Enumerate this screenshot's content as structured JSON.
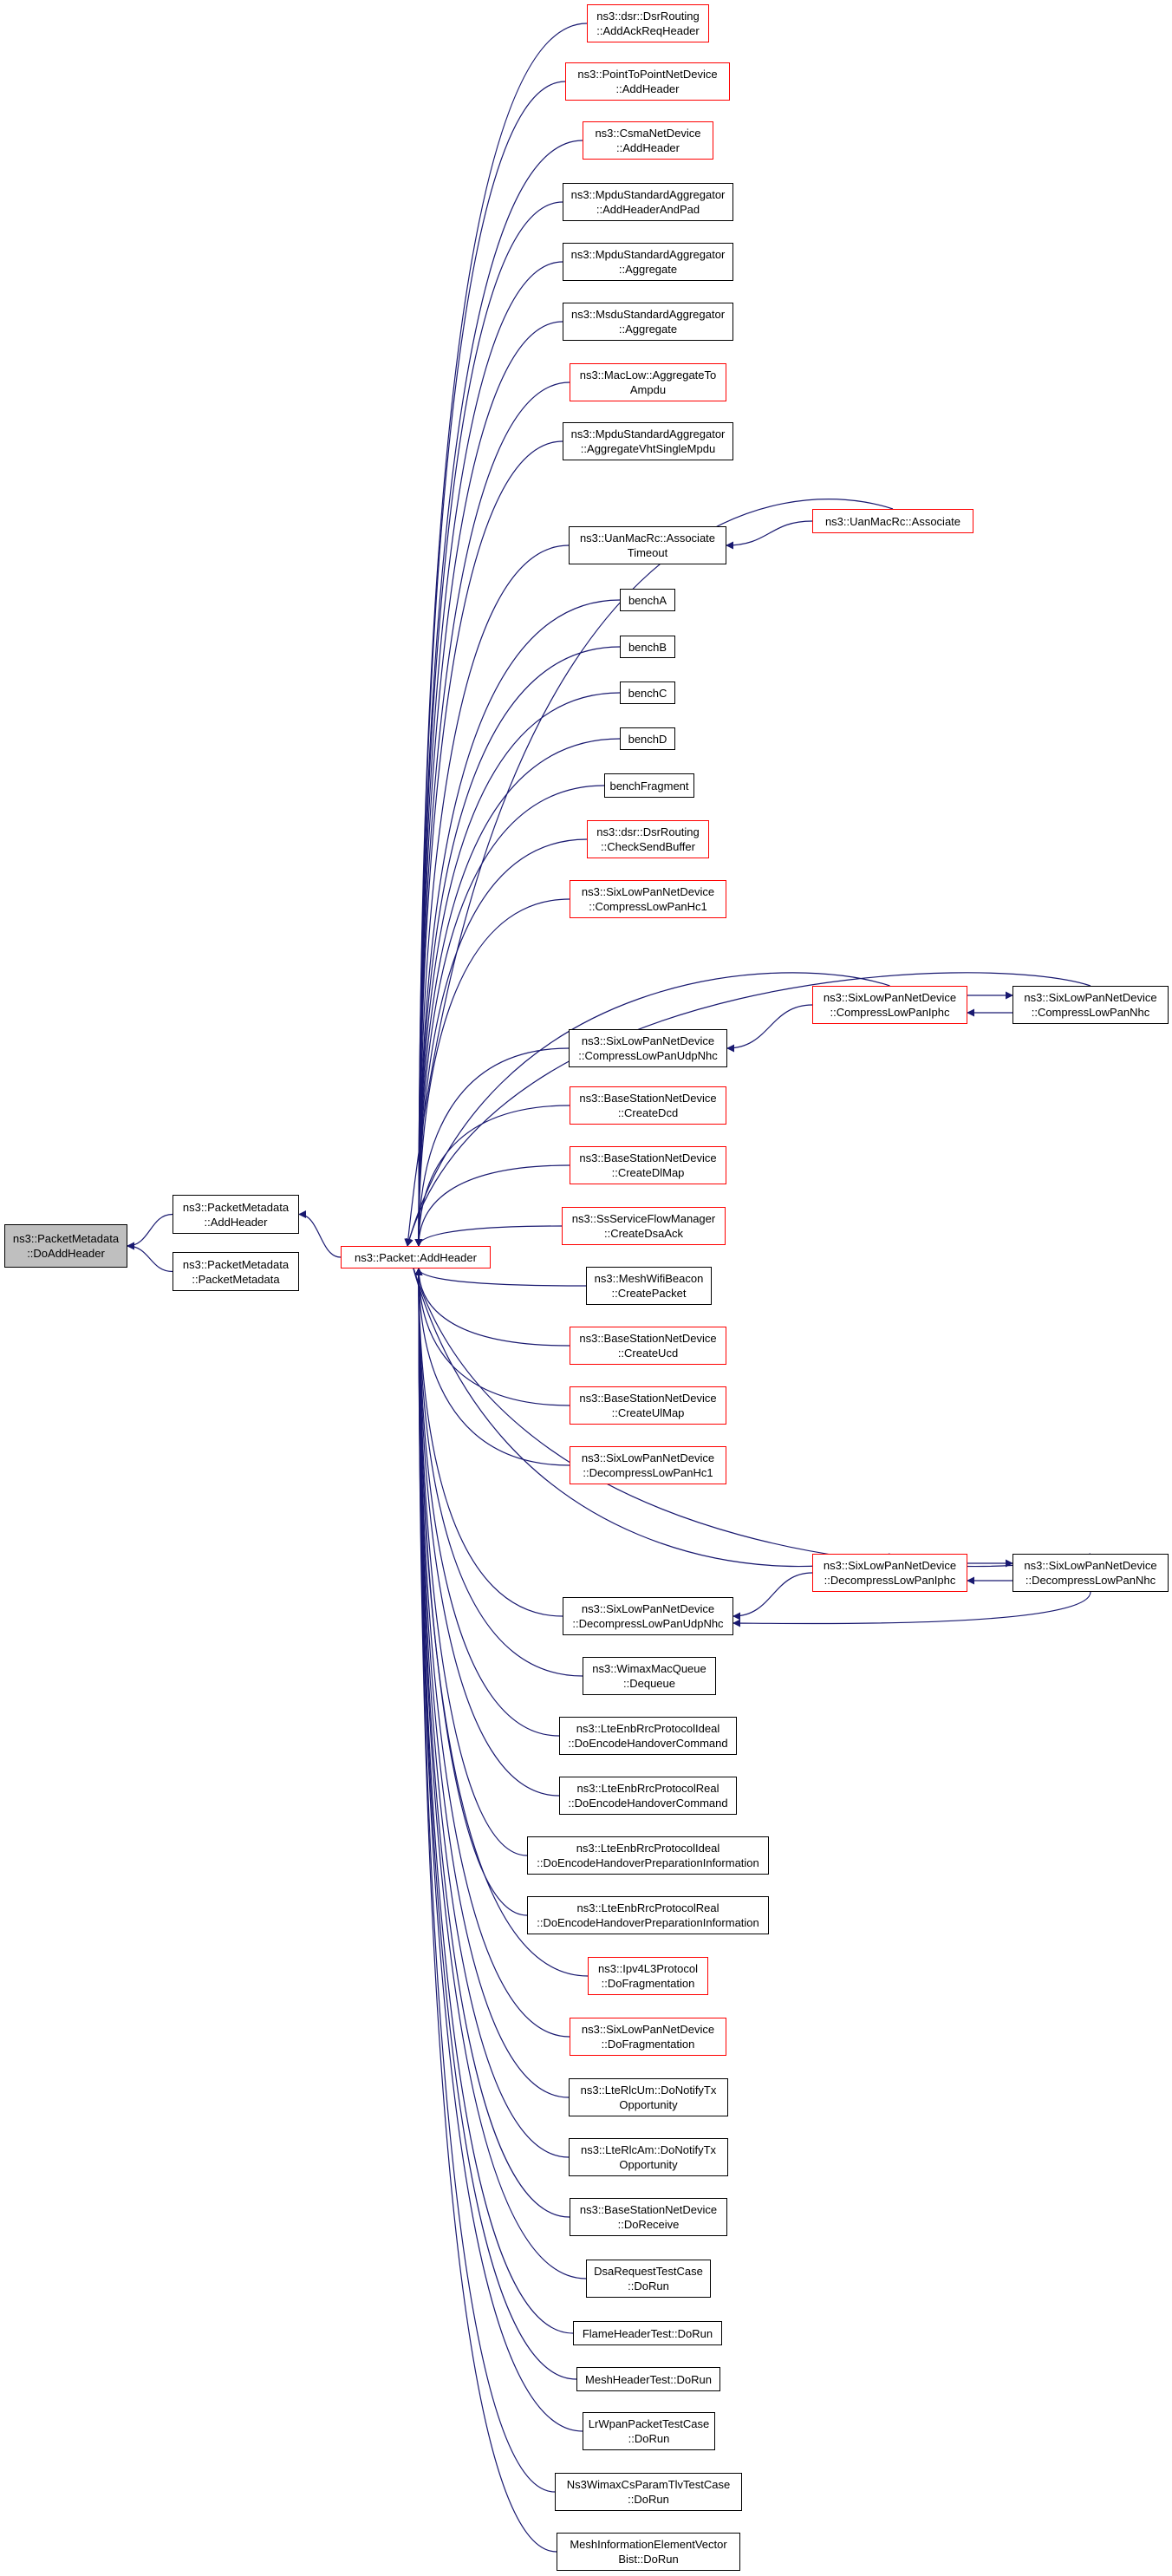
{
  "colors": {
    "edge": "#191970",
    "ref_border": "#ff0000",
    "plain_border": "#000000",
    "focus_fill": "#bfbfbf"
  },
  "nodes": [
    {
      "id": "doaddheader",
      "name": "node-packetmetadata-doaddheader",
      "lines": [
        "ns3::PacketMetadata",
        "::DoAddHeader"
      ],
      "style": "focus"
    },
    {
      "id": "pm_addheader",
      "name": "node-packetmetadata-addheader",
      "lines": [
        "ns3::PacketMetadata",
        "::AddHeader"
      ],
      "style": "plain"
    },
    {
      "id": "pm_ctor",
      "name": "node-packetmetadata-packetmetadata",
      "lines": [
        "ns3::PacketMetadata",
        "::PacketMetadata"
      ],
      "style": "plain"
    },
    {
      "id": "packet_addheader",
      "name": "node-packet-addheader",
      "lines": [
        "ns3::Packet::AddHeader"
      ],
      "style": "red"
    },
    {
      "id": "n01",
      "name": "node-dsrrouting-addackreqheader",
      "lines": [
        "ns3::dsr::DsrRouting",
        "::AddAckReqHeader"
      ],
      "style": "red"
    },
    {
      "id": "n02",
      "name": "node-pointtopointnetdevice-addheader",
      "lines": [
        "ns3::PointToPointNetDevice",
        "::AddHeader"
      ],
      "style": "red"
    },
    {
      "id": "n03",
      "name": "node-csmanetdevice-addheader",
      "lines": [
        "ns3::CsmaNetDevice",
        "::AddHeader"
      ],
      "style": "red"
    },
    {
      "id": "n04",
      "name": "node-mpdustandardaggregator-addheaderandpad",
      "lines": [
        "ns3::MpduStandardAggregator",
        "::AddHeaderAndPad"
      ],
      "style": "plain"
    },
    {
      "id": "n05",
      "name": "node-mpdustandardaggregator-aggregate",
      "lines": [
        "ns3::MpduStandardAggregator",
        "::Aggregate"
      ],
      "style": "plain"
    },
    {
      "id": "n06",
      "name": "node-msdustandardaggregator-aggregate",
      "lines": [
        "ns3::MsduStandardAggregator",
        "::Aggregate"
      ],
      "style": "plain"
    },
    {
      "id": "n07",
      "name": "node-maclow-aggregatetoampdu",
      "lines": [
        "ns3::MacLow::AggregateTo",
        "Ampdu"
      ],
      "style": "red"
    },
    {
      "id": "n08",
      "name": "node-mpdustandardaggregator-aggregatevhtsinglempdu",
      "lines": [
        "ns3::MpduStandardAggregator",
        "::AggregateVhtSingleMpdu"
      ],
      "style": "plain"
    },
    {
      "id": "n09",
      "name": "node-uanmacrc-associatetimeout",
      "lines": [
        "ns3::UanMacRc::Associate",
        "Timeout"
      ],
      "style": "plain"
    },
    {
      "id": "n09b",
      "name": "node-uanmacrc-associate",
      "lines": [
        "ns3::UanMacRc::Associate"
      ],
      "style": "red"
    },
    {
      "id": "n10",
      "name": "node-bencha",
      "lines": [
        "benchA"
      ],
      "style": "plain"
    },
    {
      "id": "n11",
      "name": "node-benchb",
      "lines": [
        "benchB"
      ],
      "style": "plain"
    },
    {
      "id": "n12",
      "name": "node-benchc",
      "lines": [
        "benchC"
      ],
      "style": "plain"
    },
    {
      "id": "n13",
      "name": "node-benchd",
      "lines": [
        "benchD"
      ],
      "style": "plain"
    },
    {
      "id": "n14",
      "name": "node-benchfragment",
      "lines": [
        "benchFragment"
      ],
      "style": "plain"
    },
    {
      "id": "n15",
      "name": "node-dsrrouting-checksendbuffer",
      "lines": [
        "ns3::dsr::DsrRouting",
        "::CheckSendBuffer"
      ],
      "style": "red"
    },
    {
      "id": "n16",
      "name": "node-sixlowpannetdevice-compresslowpanhc1",
      "lines": [
        "ns3::SixLowPanNetDevice",
        "::CompressLowPanHc1"
      ],
      "style": "red"
    },
    {
      "id": "n17a",
      "name": "node-sixlowpannetdevice-compresslowpaniphc",
      "lines": [
        "ns3::SixLowPanNetDevice",
        "::CompressLowPanIphc"
      ],
      "style": "red"
    },
    {
      "id": "n17b",
      "name": "node-sixlowpannetdevice-compresslowpannhc",
      "lines": [
        "ns3::SixLowPanNetDevice",
        "::CompressLowPanNhc"
      ],
      "style": "plain"
    },
    {
      "id": "n18",
      "name": "node-sixlowpannetdevice-compresslowpanudpnhc",
      "lines": [
        "ns3::SixLowPanNetDevice",
        "::CompressLowPanUdpNhc"
      ],
      "style": "plain"
    },
    {
      "id": "n19",
      "name": "node-basestationnetdevice-createdcd",
      "lines": [
        "ns3::BaseStationNetDevice",
        "::CreateDcd"
      ],
      "style": "red"
    },
    {
      "id": "n20",
      "name": "node-basestationnetdevice-createdlmap",
      "lines": [
        "ns3::BaseStationNetDevice",
        "::CreateDlMap"
      ],
      "style": "red"
    },
    {
      "id": "n21",
      "name": "node-ssserviceflowmanager-createdsaack",
      "lines": [
        "ns3::SsServiceFlowManager",
        "::CreateDsaAck"
      ],
      "style": "red"
    },
    {
      "id": "n22",
      "name": "node-meshwifibeacon-createpacket",
      "lines": [
        "ns3::MeshWifiBeacon",
        "::CreatePacket"
      ],
      "style": "plain"
    },
    {
      "id": "n23",
      "name": "node-basestationnetdevice-createucd",
      "lines": [
        "ns3::BaseStationNetDevice",
        "::CreateUcd"
      ],
      "style": "red"
    },
    {
      "id": "n24",
      "name": "node-basestationnetdevice-createulmap",
      "lines": [
        "ns3::BaseStationNetDevice",
        "::CreateUlMap"
      ],
      "style": "red"
    },
    {
      "id": "n25",
      "name": "node-sixlowpannetdevice-decompresslowpanhc1",
      "lines": [
        "ns3::SixLowPanNetDevice",
        "::DecompressLowPanHc1"
      ],
      "style": "red"
    },
    {
      "id": "n26a",
      "name": "node-sixlowpannetdevice-decompresslowpaniphc",
      "lines": [
        "ns3::SixLowPanNetDevice",
        "::DecompressLowPanIphc"
      ],
      "style": "red"
    },
    {
      "id": "n26b",
      "name": "node-sixlowpannetdevice-decompresslowpannhc",
      "lines": [
        "ns3::SixLowPanNetDevice",
        "::DecompressLowPanNhc"
      ],
      "style": "plain"
    },
    {
      "id": "n27",
      "name": "node-sixlowpannetdevice-decompresslowpanudpnhc",
      "lines": [
        "ns3::SixLowPanNetDevice",
        "::DecompressLowPanUdpNhc"
      ],
      "style": "plain"
    },
    {
      "id": "n28",
      "name": "node-wimaxmacqueue-dequeue",
      "lines": [
        "ns3::WimaxMacQueue",
        "::Dequeue"
      ],
      "style": "plain"
    },
    {
      "id": "n29",
      "name": "node-lteenbrrcprotocolideal-doencodehandovercommand",
      "lines": [
        "ns3::LteEnbRrcProtocolIdeal",
        "::DoEncodeHandoverCommand"
      ],
      "style": "plain"
    },
    {
      "id": "n30",
      "name": "node-lteenbrrcprotocolreal-doencodehandovercommand",
      "lines": [
        "ns3::LteEnbRrcProtocolReal",
        "::DoEncodeHandoverCommand"
      ],
      "style": "plain"
    },
    {
      "id": "n31",
      "name": "node-lteenbrrcprotocolideal-doencodehandoverpreparationinformation",
      "lines": [
        "ns3::LteEnbRrcProtocolIdeal",
        "::DoEncodeHandoverPreparationInformation"
      ],
      "style": "plain"
    },
    {
      "id": "n32",
      "name": "node-lteenbrrcprotocolreal-doencodehandoverpreparationinformation",
      "lines": [
        "ns3::LteEnbRrcProtocolReal",
        "::DoEncodeHandoverPreparationInformation"
      ],
      "style": "plain"
    },
    {
      "id": "n33",
      "name": "node-ipv4l3protocol-dofragmentation",
      "lines": [
        "ns3::Ipv4L3Protocol",
        "::DoFragmentation"
      ],
      "style": "red"
    },
    {
      "id": "n34",
      "name": "node-sixlowpannetdevice-dofragmentation",
      "lines": [
        "ns3::SixLowPanNetDevice",
        "::DoFragmentation"
      ],
      "style": "red"
    },
    {
      "id": "n35",
      "name": "node-lterlcum-donotifytxopportunity",
      "lines": [
        "ns3::LteRlcUm::DoNotifyTx",
        "Opportunity"
      ],
      "style": "plain"
    },
    {
      "id": "n36",
      "name": "node-lterlcam-donotifytxopportunity",
      "lines": [
        "ns3::LteRlcAm::DoNotifyTx",
        "Opportunity"
      ],
      "style": "plain"
    },
    {
      "id": "n37",
      "name": "node-basestationnetdevice-doreceive",
      "lines": [
        "ns3::BaseStationNetDevice",
        "::DoReceive"
      ],
      "style": "plain"
    },
    {
      "id": "n38",
      "name": "node-dsarequesttestcase-dorun",
      "lines": [
        "DsaRequestTestCase",
        "::DoRun"
      ],
      "style": "plain"
    },
    {
      "id": "n39",
      "name": "node-flameheadertest-dorun",
      "lines": [
        "FlameHeaderTest::DoRun"
      ],
      "style": "plain"
    },
    {
      "id": "n40",
      "name": "node-meshheadertest-dorun",
      "lines": [
        "MeshHeaderTest::DoRun"
      ],
      "style": "plain"
    },
    {
      "id": "n41",
      "name": "node-lrwpanpackettestcase-dorun",
      "lines": [
        "LrWpanPacketTestCase",
        "::DoRun"
      ],
      "style": "plain"
    },
    {
      "id": "n42",
      "name": "node-ns3wimaxcsparamtlvtestcase-dorun",
      "lines": [
        "Ns3WimaxCsParamTlvTestCase",
        "::DoRun"
      ],
      "style": "plain"
    },
    {
      "id": "n43",
      "name": "node-meshinformationelementvectorbist-dorun",
      "lines": [
        "MeshInformationElementVector",
        "Bist::DoRun"
      ],
      "style": "plain"
    }
  ],
  "edges": [
    {
      "from": "pm_addheader",
      "to": "doaddheader"
    },
    {
      "from": "pm_ctor",
      "to": "doaddheader"
    },
    {
      "from": "packet_addheader",
      "to": "pm_addheader"
    },
    {
      "from": "n01",
      "to": "packet_addheader"
    },
    {
      "from": "n02",
      "to": "packet_addheader"
    },
    {
      "from": "n03",
      "to": "packet_addheader"
    },
    {
      "from": "n04",
      "to": "packet_addheader"
    },
    {
      "from": "n05",
      "to": "packet_addheader"
    },
    {
      "from": "n06",
      "to": "packet_addheader"
    },
    {
      "from": "n07",
      "to": "packet_addheader"
    },
    {
      "from": "n08",
      "to": "packet_addheader"
    },
    {
      "from": "n09",
      "to": "packet_addheader"
    },
    {
      "from": "n09b",
      "to": "packet_addheader"
    },
    {
      "from": "n09b",
      "to": "n09"
    },
    {
      "from": "n10",
      "to": "packet_addheader"
    },
    {
      "from": "n11",
      "to": "packet_addheader"
    },
    {
      "from": "n12",
      "to": "packet_addheader"
    },
    {
      "from": "n13",
      "to": "packet_addheader"
    },
    {
      "from": "n14",
      "to": "packet_addheader"
    },
    {
      "from": "n15",
      "to": "packet_addheader"
    },
    {
      "from": "n16",
      "to": "packet_addheader"
    },
    {
      "from": "n17a",
      "to": "packet_addheader"
    },
    {
      "from": "n17b",
      "to": "packet_addheader"
    },
    {
      "from": "n17a",
      "to": "n18"
    },
    {
      "from": "n17a",
      "to": "n17b"
    },
    {
      "from": "n17b",
      "to": "n17a"
    },
    {
      "from": "n18",
      "to": "packet_addheader"
    },
    {
      "from": "n19",
      "to": "packet_addheader"
    },
    {
      "from": "n20",
      "to": "packet_addheader"
    },
    {
      "from": "n21",
      "to": "packet_addheader"
    },
    {
      "from": "n22",
      "to": "packet_addheader"
    },
    {
      "from": "n23",
      "to": "packet_addheader"
    },
    {
      "from": "n24",
      "to": "packet_addheader"
    },
    {
      "from": "n25",
      "to": "packet_addheader"
    },
    {
      "from": "n26a",
      "to": "packet_addheader"
    },
    {
      "from": "n26b",
      "to": "packet_addheader"
    },
    {
      "from": "n26a",
      "to": "n27"
    },
    {
      "from": "n26b",
      "to": "n27"
    },
    {
      "from": "n26a",
      "to": "n26b"
    },
    {
      "from": "n26b",
      "to": "n26a"
    },
    {
      "from": "n27",
      "to": "packet_addheader"
    },
    {
      "from": "n28",
      "to": "packet_addheader"
    },
    {
      "from": "n29",
      "to": "packet_addheader"
    },
    {
      "from": "n30",
      "to": "packet_addheader"
    },
    {
      "from": "n31",
      "to": "packet_addheader"
    },
    {
      "from": "n32",
      "to": "packet_addheader"
    },
    {
      "from": "n33",
      "to": "packet_addheader"
    },
    {
      "from": "n34",
      "to": "packet_addheader"
    },
    {
      "from": "n35",
      "to": "packet_addheader"
    },
    {
      "from": "n36",
      "to": "packet_addheader"
    },
    {
      "from": "n37",
      "to": "packet_addheader"
    },
    {
      "from": "n38",
      "to": "packet_addheader"
    },
    {
      "from": "n39",
      "to": "packet_addheader"
    },
    {
      "from": "n40",
      "to": "packet_addheader"
    },
    {
      "from": "n41",
      "to": "packet_addheader"
    },
    {
      "from": "n42",
      "to": "packet_addheader"
    },
    {
      "from": "n43",
      "to": "packet_addheader"
    }
  ]
}
